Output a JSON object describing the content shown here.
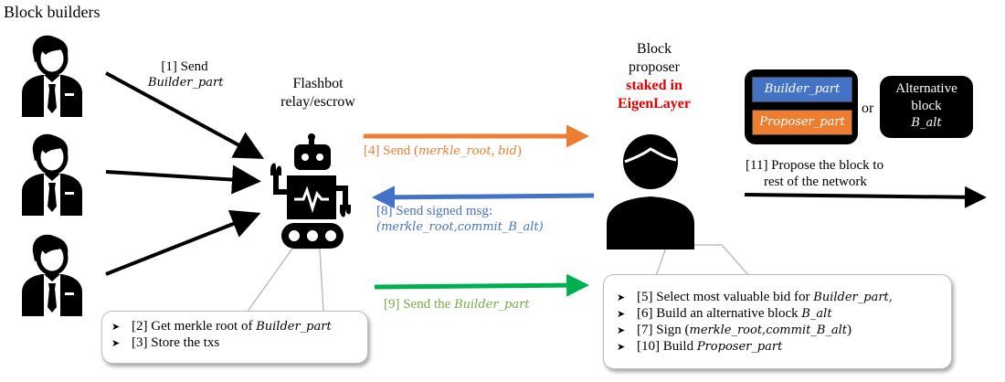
{
  "titles": {
    "block_builders": "Block builders",
    "flashbot_line1": "Flashbot",
    "flashbot_line2": "relay/escrow",
    "proposer_line1": "Block",
    "proposer_line2": "proposer",
    "proposer_staked_line1": "staked in",
    "proposer_staked_line2": "EigenLayer"
  },
  "colors": {
    "orange": "#ED7D31",
    "blue": "#4472C4",
    "green": "#00B050",
    "red": "#E00000",
    "green_text": "#70AD47"
  },
  "steps": {
    "s1_prefix": "[1] Send",
    "s1_term": "Builder_part",
    "s4_prefix": "[4] Send (",
    "s4_term1": "merkle_root",
    "s4_sep": ", ",
    "s4_term2": "bid",
    "s4_suffix": ")",
    "s8_line1": "[8] Send signed msg:",
    "s8_line2": "(merkle_root,commit_B_alt)",
    "s9_prefix": "[9] Send the ",
    "s9_term": "Builder_part",
    "s11_line1": "[11] Propose the block to",
    "s11_line2": "rest of the network"
  },
  "relay_callout": {
    "items": [
      {
        "text": "[2] Get merkle root of ",
        "term": "Builder_part"
      },
      {
        "text": "[3] Store the txs",
        "term": ""
      }
    ]
  },
  "proposer_callout": {
    "items": [
      {
        "text": "[5] Select most valuable bid for ",
        "term": "Builder_part,",
        "after": ""
      },
      {
        "text": "[6] Build an alternative block ",
        "term": "B_alt",
        "after": ""
      },
      {
        "text": "[7] Sign (",
        "term": "merkle_root,commit_B_alt",
        "after": ")"
      },
      {
        "text": "[10] Build ",
        "term": "Proposer_part",
        "after": ""
      }
    ]
  },
  "block": {
    "builder_part": "Builder_part",
    "proposer_part": "Proposer_part",
    "or": "or",
    "alt_line1": "Alternative",
    "alt_line2": "block",
    "alt_line3": "B_alt"
  },
  "icons": {
    "builder": "person-suit-icon",
    "relay": "robot-icon",
    "proposer": "person-icon"
  }
}
